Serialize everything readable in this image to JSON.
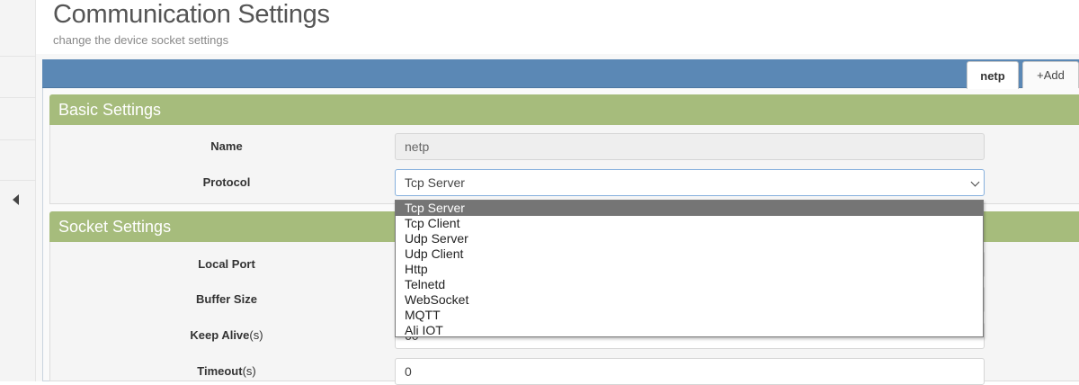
{
  "header": {
    "title": "Communication Settings",
    "subtitle": "change the device socket settings"
  },
  "tabs": [
    {
      "label": "netp",
      "active": true
    },
    {
      "label": "+Add",
      "active": false
    }
  ],
  "basic": {
    "title": "Basic Settings",
    "name_label": "Name",
    "name_value": "netp",
    "protocol_label": "Protocol",
    "protocol_value": "Tcp Server"
  },
  "protocol_options": [
    "Tcp Server",
    "Tcp Client",
    "Udp Server",
    "Udp Client",
    "Http",
    "Telnetd",
    "WebSocket",
    "MQTT",
    "Ali IOT"
  ],
  "socket": {
    "title": "Socket Settings",
    "local_port_label": "Local Port",
    "buffer_size_label": "Buffer Size",
    "keep_alive_label": "Keep Alive",
    "keep_alive_unit": "(s)",
    "keep_alive_value": "60",
    "timeout_label": "Timeout",
    "timeout_unit": "(s)",
    "timeout_value": "0"
  },
  "colors": {
    "tabbar": "#5b88b5",
    "section_header": "#a6bc7c",
    "selected_option": "#757575"
  }
}
